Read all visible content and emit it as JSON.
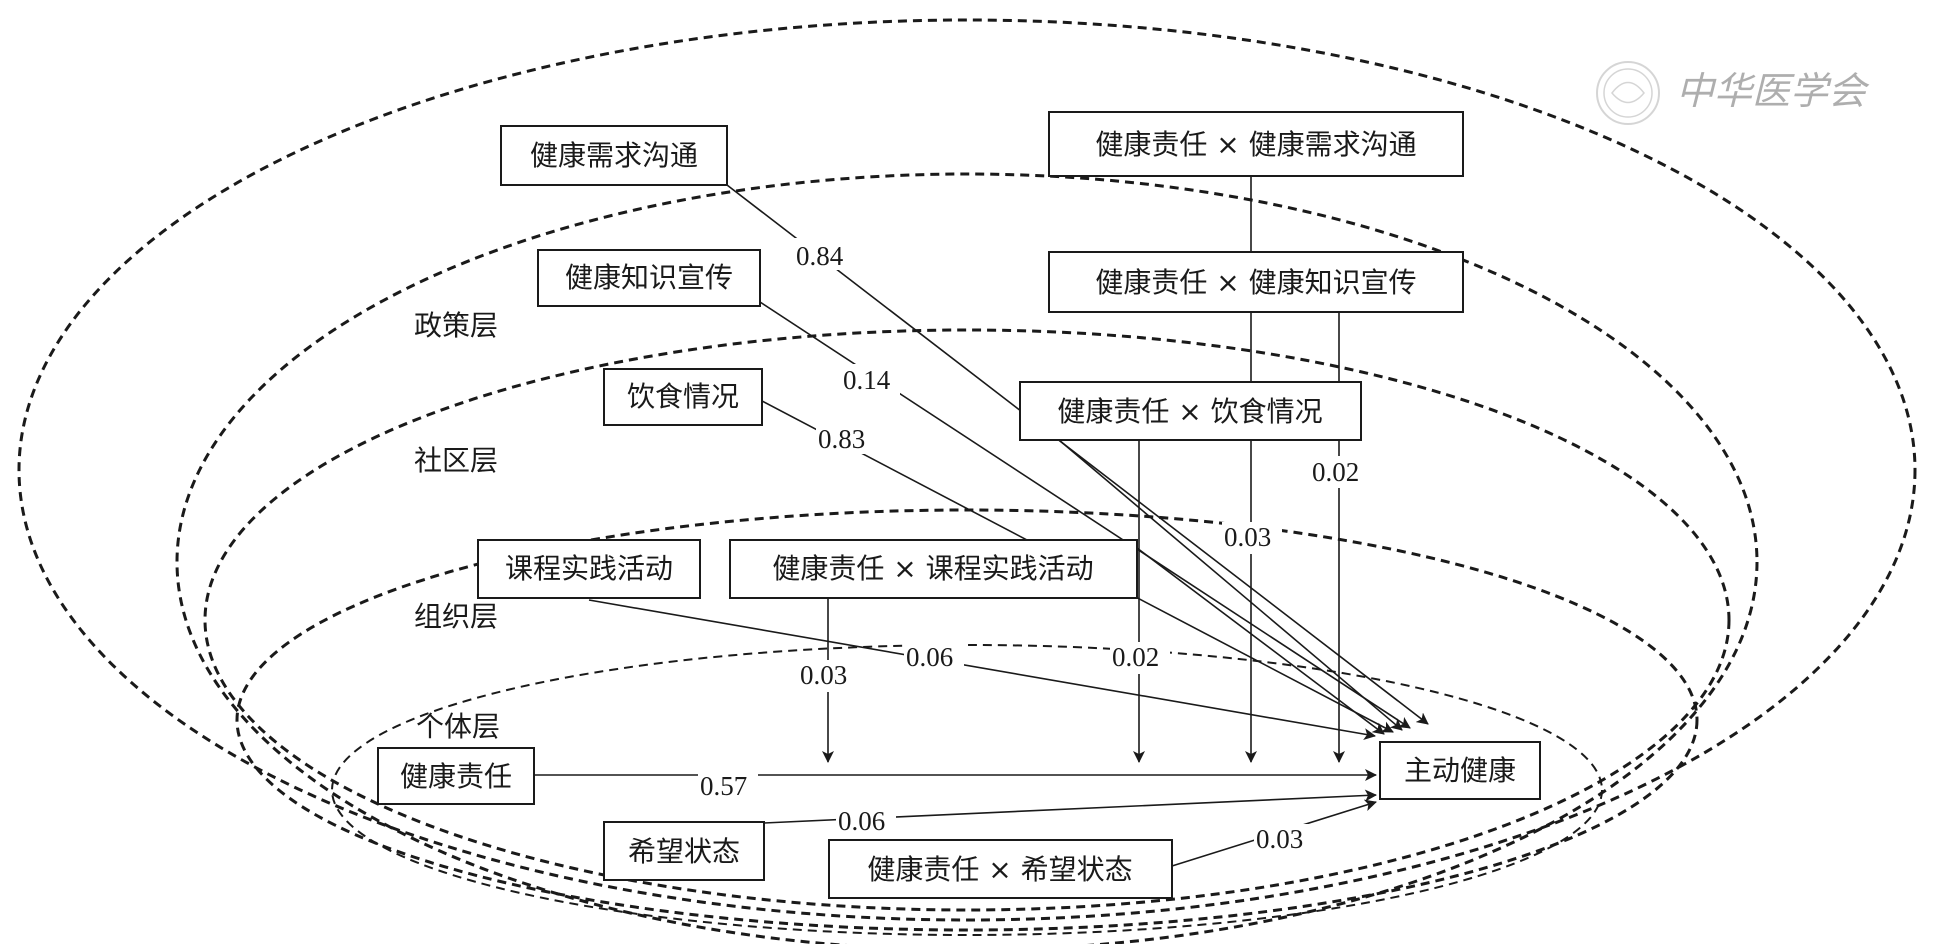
{
  "layers": {
    "policy": "政策层",
    "community": "社区层",
    "organization": "组织层",
    "individual": "个体层"
  },
  "nodes": {
    "comm_need": "健康需求沟通",
    "resp_x_comm_need": "健康责任 × 健康需求沟通",
    "knowledge": "健康知识宣传",
    "resp_x_knowledge": "健康责任 × 健康知识宣传",
    "diet": "饮食情况",
    "resp_x_diet": "健康责任 × 饮食情况",
    "course": "课程实践活动",
    "resp_x_course": "健康责任 × 课程实践活动",
    "responsibility": "健康责任",
    "hope": "希望状态",
    "resp_x_hope": "健康责任 × 希望状态",
    "outcome": "主动健康"
  },
  "coefficients": {
    "comm_need": "0.84",
    "knowledge": "0.14",
    "diet": "0.83",
    "course": "0.06",
    "resp_x_course": "0.03",
    "resp_x_diet": "0.02",
    "resp_x_knowledge": "0.03",
    "resp_x_comm_need": "0.02",
    "responsibility": "0.57",
    "hope": "0.06",
    "resp_x_hope": "0.03"
  },
  "watermark": "中华医学会"
}
